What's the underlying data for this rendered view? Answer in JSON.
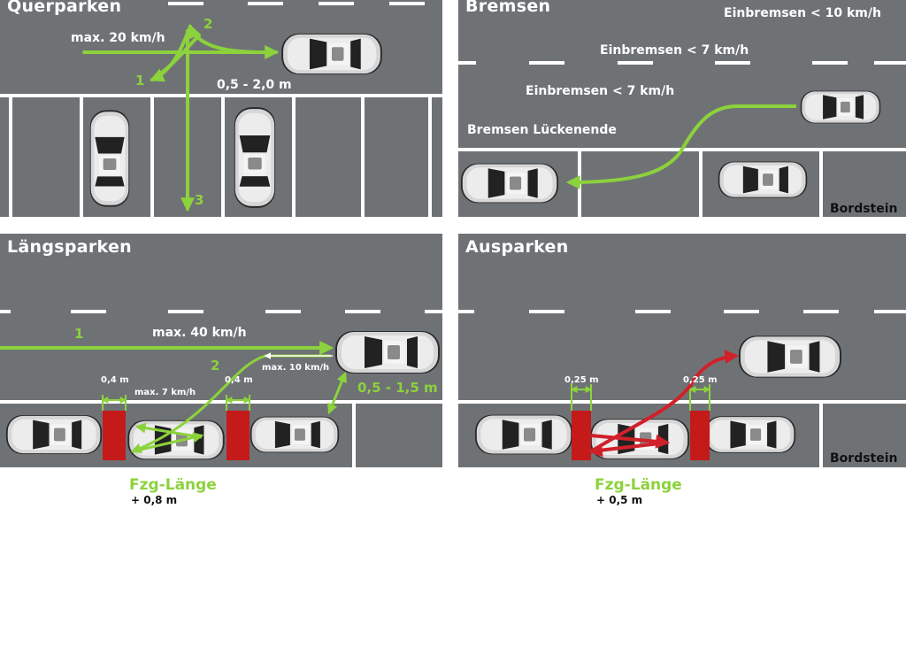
{
  "panels": {
    "querparken": {
      "title": "Querparken",
      "speed": "max. 20 km/h",
      "distance": "0,5 - 2,0 m",
      "steps": [
        "1",
        "2",
        "3"
      ]
    },
    "bremsen": {
      "title": "Bremsen",
      "labels": [
        "Einbremsen < 10 km/h",
        "Einbremsen < 7 km/h",
        "Einbremsen < 7 km/h",
        "Bremsen Lückenende"
      ],
      "curb": "Bordstein"
    },
    "laengsparken": {
      "title": "Längsparken",
      "speed": "max. 40 km/h",
      "speed_slow": "max. 10 km/h",
      "speed_park": "max. 7 km/h",
      "gap_left": "0,4 m",
      "gap_right": "0,4 m",
      "distance": "0,5 - 1,5 m",
      "steps": [
        "1",
        "2"
      ],
      "note_title": "Fzg-Länge",
      "note_value": "+ 0,8 m"
    },
    "ausparken": {
      "title": "Ausparken",
      "gap_left": "0,25 m",
      "gap_right": "0,25 m",
      "curb": "Bordstein",
      "note_title": "Fzg-Länge",
      "note_value": "+ 0,5 m"
    }
  },
  "colors": {
    "road": "#6f7275",
    "marking": "#ffffff",
    "arrow_green": "#8cd23c",
    "arrow_red": "#d0202a",
    "block_red": "#c41a1a"
  }
}
